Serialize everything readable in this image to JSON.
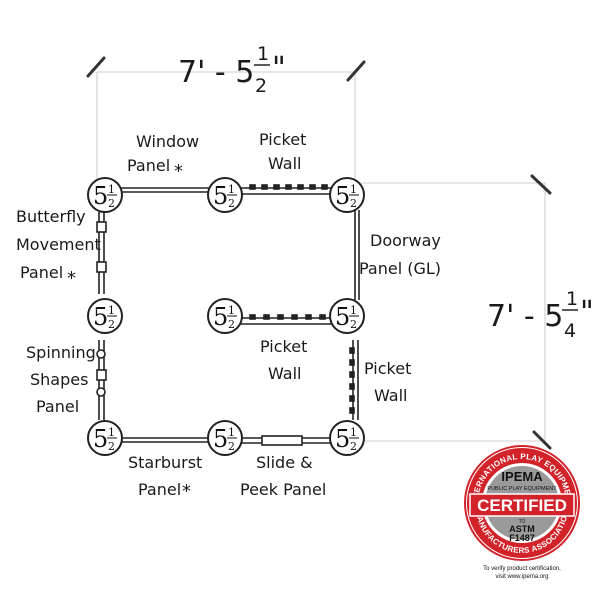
{
  "dimensions": {
    "width": {
      "whole": "7' - 5",
      "num": "1",
      "den": "2",
      "unit": "\""
    },
    "depth": {
      "whole": "7' - 5",
      "num": "1",
      "den": "4",
      "unit": "\""
    }
  },
  "post_label": {
    "whole": "5",
    "num": "1",
    "den": "2"
  },
  "panels": {
    "window": [
      "Window",
      "Panel"
    ],
    "picket_top": [
      "Picket",
      "Wall"
    ],
    "doorway": [
      "Doorway",
      "Panel (GL)"
    ],
    "butterfly": [
      "Butterfly",
      "Movement",
      "Panel"
    ],
    "spinning": [
      "Spinning",
      "Shapes",
      "Panel"
    ],
    "picket_mid": [
      "Picket",
      "Wall"
    ],
    "picket_right": [
      "Picket",
      "Wall"
    ],
    "starburst": [
      "Starburst",
      "Panel"
    ],
    "slide": [
      "Slide &",
      "Peek Panel"
    ]
  },
  "asterisk": "*",
  "colors": {
    "accent": "#e8962e",
    "badge_red": "#d2232a",
    "badge_gray": "#9a9a9a",
    "ink": "#1a1a1a"
  },
  "badge": {
    "ring_top": "INTERNATIONAL PLAY EQUIPMENT",
    "ring_bottom": "MANUFACTURERS ASSOCIATION",
    "brand": "IPEMA",
    "sub": "PUBLIC PLAY EQUIPMENT",
    "certified": "CERTIFIED",
    "to": "TO",
    "standard": "ASTM",
    "code": "F1487",
    "verify_1": "To verify product certification,",
    "verify_2": "visit www.ipema.org"
  }
}
